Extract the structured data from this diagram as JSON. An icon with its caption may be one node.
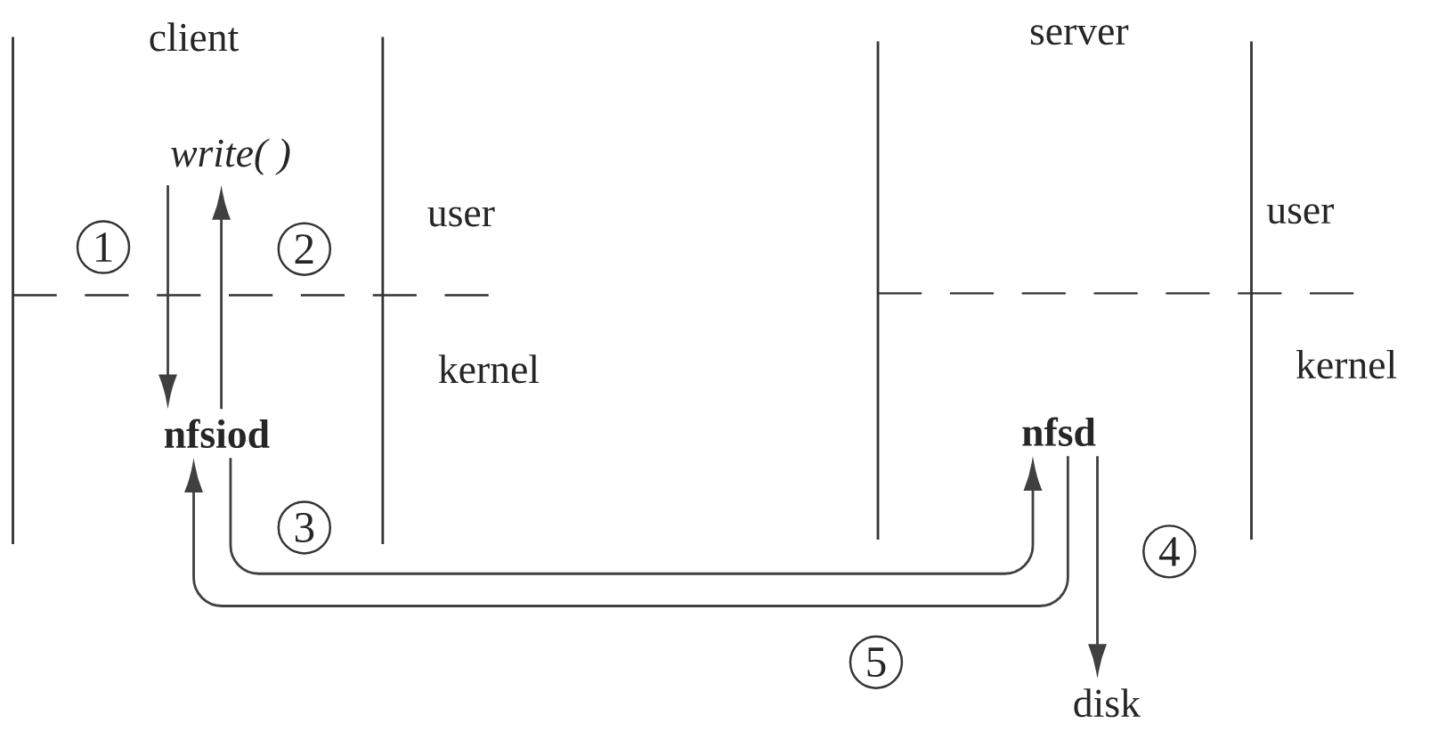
{
  "diagram": {
    "nodes": [
      {
        "text": [
          "write( )"
        ]
      },
      {
        "text": [
          "nfsiod"
        ]
      },
      {
        "text": [
          "nfsd"
        ]
      },
      {
        "text": [
          "disk"
        ]
      }
    ],
    "edges": [
      {
        "from": 0,
        "to": 1,
        "arrow": "to",
        "label": "1"
      },
      {
        "from": 1,
        "to": 0,
        "arrow": "to",
        "label": "2"
      },
      {
        "from": 1,
        "to": 2,
        "arrow": "to",
        "label": "3"
      },
      {
        "from": 2,
        "to": 3,
        "arrow": "to",
        "label": "4"
      },
      {
        "from": 2,
        "to": 1,
        "arrow": "to",
        "label": "5"
      }
    ],
    "labels": [
      "client",
      "server",
      "user",
      "user",
      "kernel",
      "kernel"
    ]
  }
}
